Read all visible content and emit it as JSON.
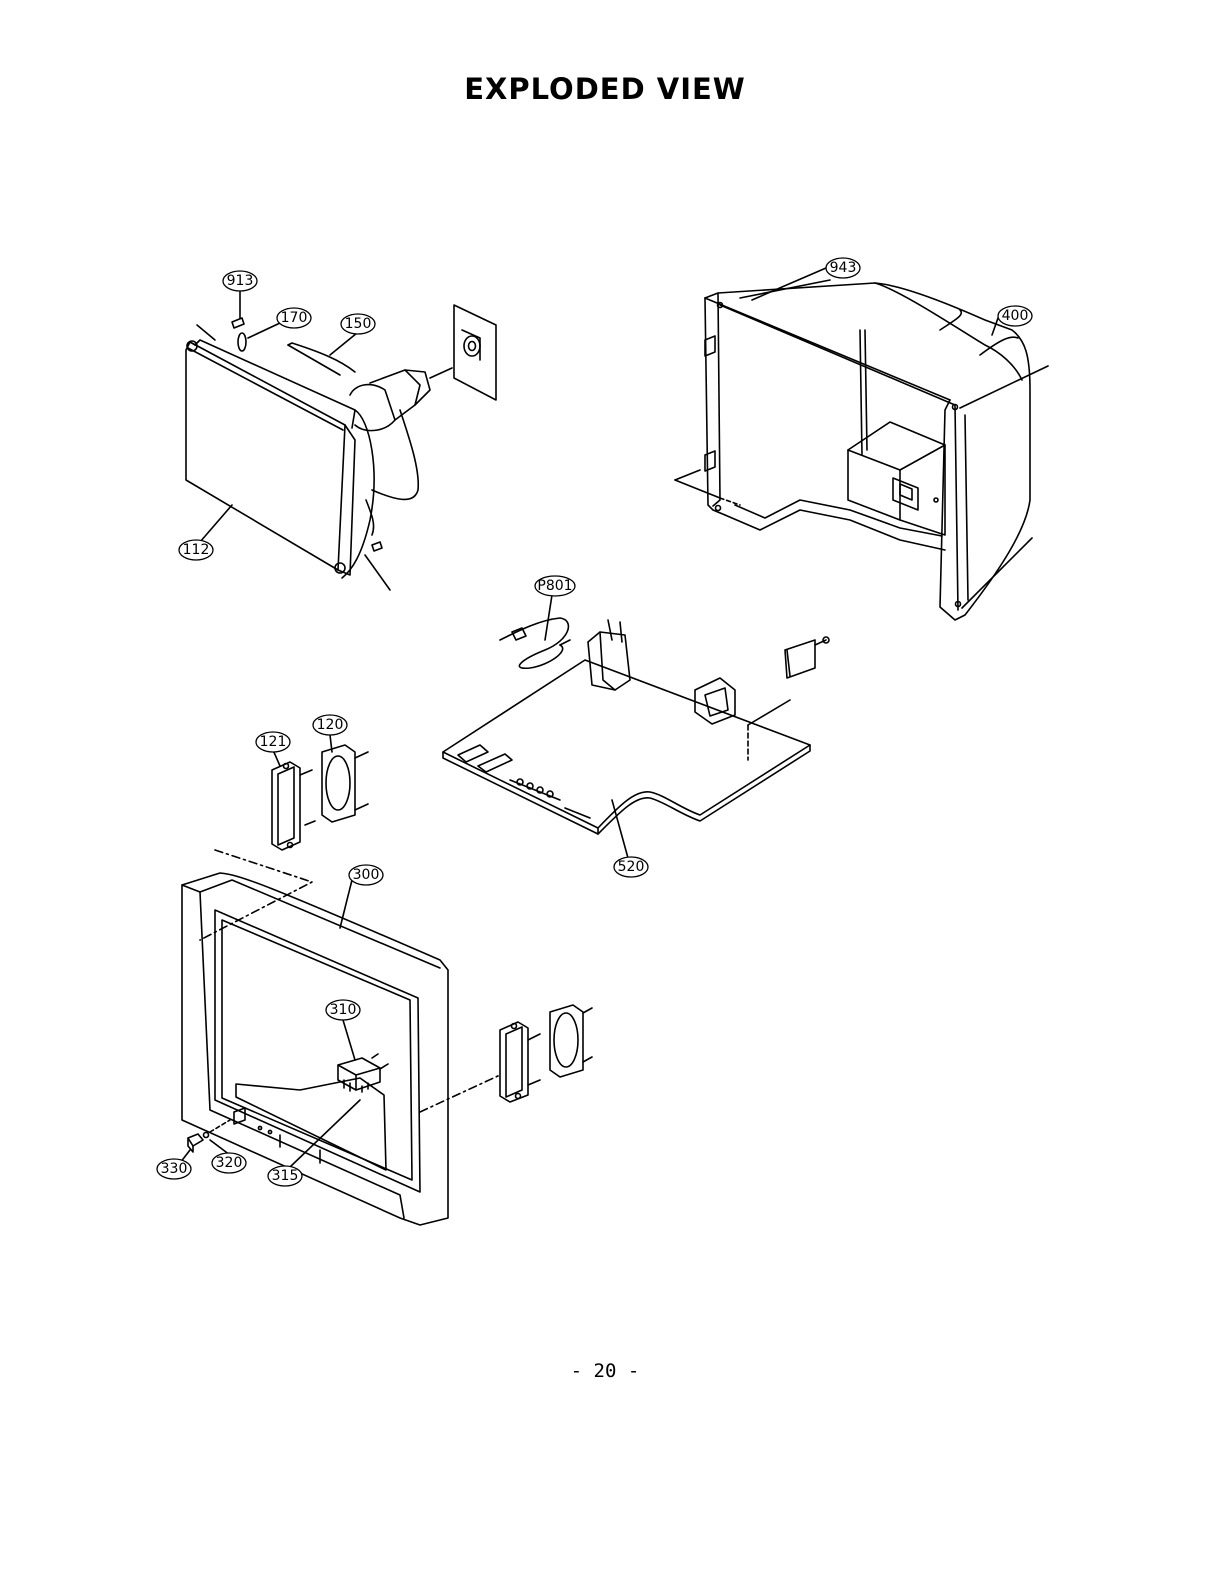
{
  "page": {
    "title": "EXPLODED VIEW",
    "page_number": "- 20 -"
  },
  "callouts": [
    {
      "id": "913",
      "label": "913"
    },
    {
      "id": "170",
      "label": "170"
    },
    {
      "id": "150",
      "label": "150"
    },
    {
      "id": "112",
      "label": "112"
    },
    {
      "id": "943",
      "label": "943"
    },
    {
      "id": "400",
      "label": "400"
    },
    {
      "id": "P801",
      "label": "P801"
    },
    {
      "id": "121",
      "label": "121"
    },
    {
      "id": "120",
      "label": "120"
    },
    {
      "id": "520",
      "label": "520"
    },
    {
      "id": "300",
      "label": "300"
    },
    {
      "id": "310",
      "label": "310"
    },
    {
      "id": "330",
      "label": "330"
    },
    {
      "id": "320",
      "label": "320"
    },
    {
      "id": "315",
      "label": "315"
    }
  ],
  "colors": {
    "line": "#000000",
    "background": "#ffffff"
  }
}
